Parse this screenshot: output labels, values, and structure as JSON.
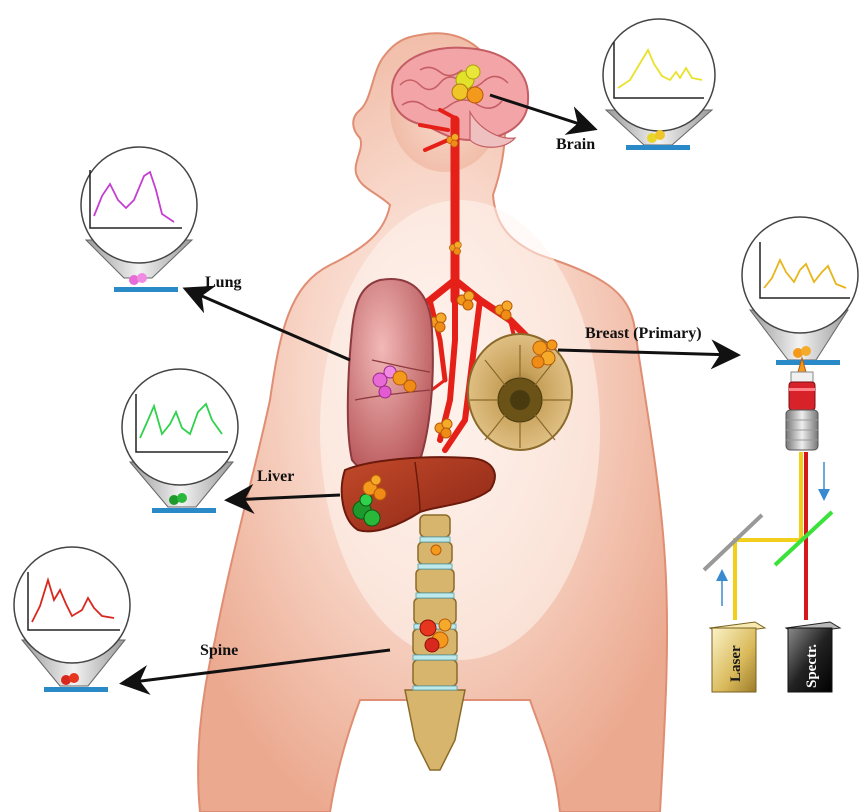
{
  "labels": {
    "brain": "Brain",
    "lung": "Lung",
    "breast": "Breast (Primary)",
    "liver": "Liver",
    "spine": "Spine"
  },
  "instrument": {
    "laser": "Laser",
    "spectrometer": "Spectr."
  },
  "spectra": {
    "brain": {
      "color": "#e8e22a"
    },
    "lung": {
      "color": "#c43fd0"
    },
    "breast": {
      "color": "#e8b51a"
    },
    "liver": {
      "color": "#2fd24a"
    },
    "spine": {
      "color": "#d8281e"
    }
  },
  "colors": {
    "body_skin": "#eba98f",
    "body_center": "#fbe7de",
    "artery": "#e52018",
    "tumor": "#f39a1c",
    "stage_blue": "#2a8ac8",
    "laser_beam": "#f2cf1d",
    "scatter_beam": "#d5181a",
    "dichroic": "#3be23a"
  }
}
